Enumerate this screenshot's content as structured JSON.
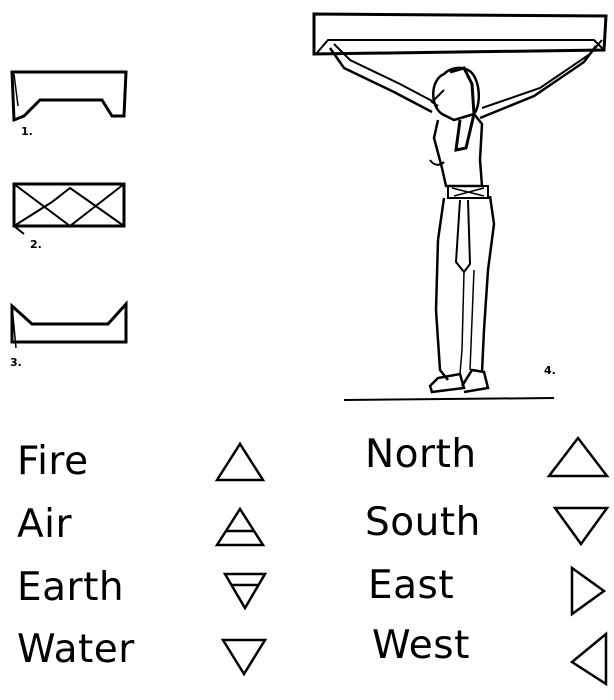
{
  "figures": {
    "fig1": {
      "label": "1."
    },
    "fig2": {
      "label": "2."
    },
    "fig3": {
      "label": "3."
    },
    "fig4": {
      "label": "4."
    }
  },
  "elements": [
    {
      "word": "Fire",
      "symbol": "upward-triangle-icon"
    },
    {
      "word": "Air",
      "symbol": "upward-triangle-with-bar-icon"
    },
    {
      "word": "Earth",
      "symbol": "downward-triangle-with-bar-icon"
    },
    {
      "word": "Water",
      "symbol": "downward-triangle-icon"
    }
  ],
  "directions": [
    {
      "word": "North",
      "symbol": "upward-triangle-icon"
    },
    {
      "word": "South",
      "symbol": "downward-triangle-icon"
    },
    {
      "word": "East",
      "symbol": "right-pointing-triangle-icon"
    },
    {
      "word": "West",
      "symbol": "left-pointing-triangle-icon"
    }
  ]
}
